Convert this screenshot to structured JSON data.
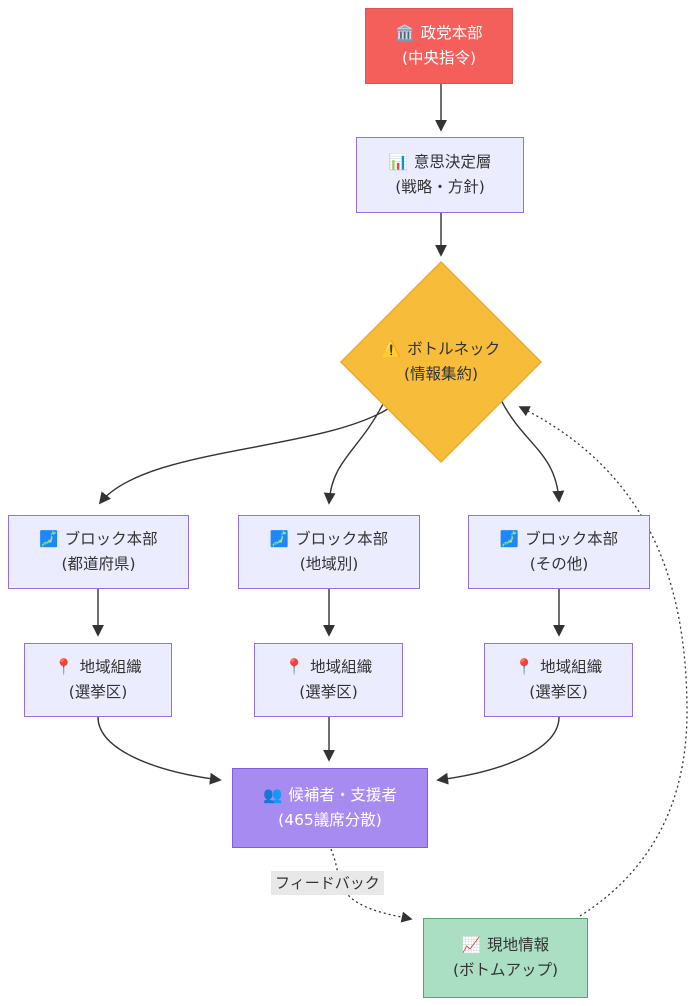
{
  "diagram": {
    "type": "flowchart",
    "direction": "top-down",
    "background": "#ffffff",
    "edge_color": "#333333",
    "edge_label": "フィードバック",
    "nodes": {
      "party_hq": {
        "icon": "🏛️",
        "title": "政党本部",
        "subtitle": "(中央指令)",
        "fill": "#f45e5b",
        "stroke": "#d85656",
        "text_color": "#ffffff",
        "shape": "rect"
      },
      "decision": {
        "icon": "📊",
        "title": "意思決定層",
        "subtitle": "(戦略・方針)",
        "fill": "#ececff",
        "stroke": "#9370db",
        "text_color": "#333333",
        "shape": "rect"
      },
      "bottleneck": {
        "icon": "⚠️",
        "title": "ボトルネック",
        "subtitle": "(情報集約)",
        "fill": "#f7bc3a",
        "stroke": "#eaa92f",
        "text_color": "#333333",
        "shape": "diamond"
      },
      "block1": {
        "icon": "🗾",
        "title": "ブロック本部",
        "subtitle": "(都道府県)",
        "fill": "#ececff",
        "stroke": "#9370db",
        "text_color": "#333333",
        "shape": "rect"
      },
      "block2": {
        "icon": "🗾",
        "title": "ブロック本部",
        "subtitle": "(地域別)",
        "fill": "#ececff",
        "stroke": "#9370db",
        "text_color": "#333333",
        "shape": "rect"
      },
      "block3": {
        "icon": "🗾",
        "title": "ブロック本部",
        "subtitle": "(その他)",
        "fill": "#ececff",
        "stroke": "#9370db",
        "text_color": "#333333",
        "shape": "rect"
      },
      "region1": {
        "icon": "📍",
        "title": "地域組織",
        "subtitle": "(選挙区)",
        "fill": "#ececff",
        "stroke": "#9370db",
        "text_color": "#333333",
        "shape": "rect"
      },
      "region2": {
        "icon": "📍",
        "title": "地域組織",
        "subtitle": "(選挙区)",
        "fill": "#ececff",
        "stroke": "#9370db",
        "text_color": "#333333",
        "shape": "rect"
      },
      "region3": {
        "icon": "📍",
        "title": "地域組織",
        "subtitle": "(選挙区)",
        "fill": "#ececff",
        "stroke": "#9370db",
        "text_color": "#333333",
        "shape": "rect"
      },
      "candidates": {
        "icon": "👥",
        "title": "候補者・支援者",
        "subtitle": "(465議席分散)",
        "fill": "#a78bf0",
        "stroke": "#7e5fd8",
        "text_color": "#ffffff",
        "shape": "rect"
      },
      "field_info": {
        "icon": "📈",
        "title": "現地情報",
        "subtitle": "(ボトムアップ)",
        "fill": "#abdfc3",
        "stroke": "#55a474",
        "text_color": "#333333",
        "shape": "rect"
      }
    },
    "edges": [
      {
        "from": "party_hq",
        "to": "decision",
        "style": "solid"
      },
      {
        "from": "decision",
        "to": "bottleneck",
        "style": "solid"
      },
      {
        "from": "bottleneck",
        "to": "block1",
        "style": "solid"
      },
      {
        "from": "bottleneck",
        "to": "block2",
        "style": "solid"
      },
      {
        "from": "bottleneck",
        "to": "block3",
        "style": "solid"
      },
      {
        "from": "block1",
        "to": "region1",
        "style": "solid"
      },
      {
        "from": "block2",
        "to": "region2",
        "style": "solid"
      },
      {
        "from": "block3",
        "to": "region3",
        "style": "solid"
      },
      {
        "from": "region1",
        "to": "candidates",
        "style": "solid"
      },
      {
        "from": "region2",
        "to": "candidates",
        "style": "solid"
      },
      {
        "from": "region3",
        "to": "candidates",
        "style": "solid"
      },
      {
        "from": "candidates",
        "to": "field_info",
        "style": "dotted",
        "label": "フィードバック"
      },
      {
        "from": "field_info",
        "to": "bottleneck",
        "style": "dotted"
      }
    ]
  }
}
